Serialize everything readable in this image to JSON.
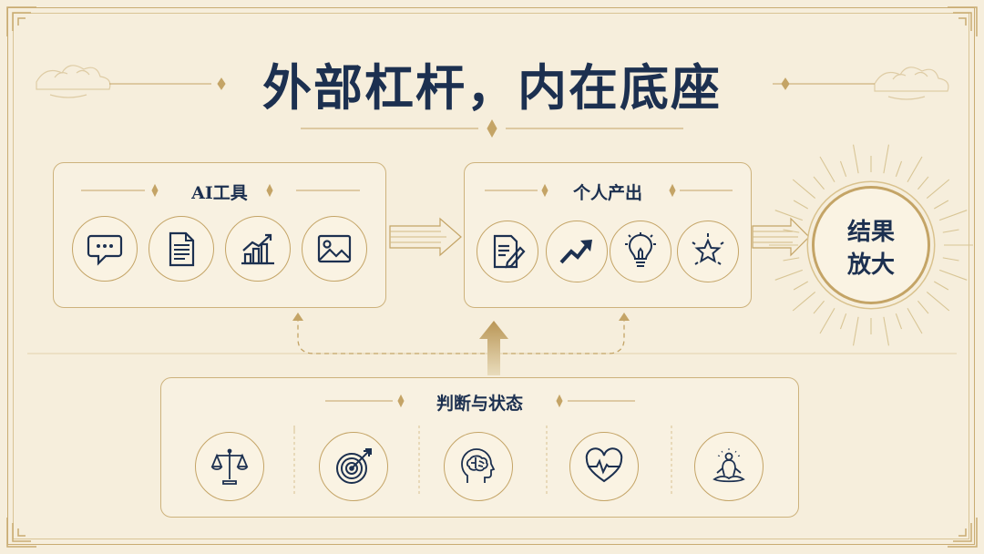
{
  "title": "外部杠杆，内在底座",
  "ai_tools": {
    "label": "AI工具",
    "icons": [
      "chat-bubble-icon",
      "document-icon",
      "bar-chart-growth-icon",
      "image-icon"
    ]
  },
  "personal_output": {
    "label": "个人产出",
    "icons": [
      "document-edit-icon",
      "trend-up-arrow-icon",
      "lightbulb-icon",
      "star-badge-icon"
    ]
  },
  "result": {
    "line1": "结果",
    "line2": "放大"
  },
  "judgment": {
    "label": "判断与状态",
    "icons": [
      "scales-icon",
      "target-icon",
      "brain-head-icon",
      "heart-pulse-icon",
      "meditation-icon"
    ]
  },
  "colors": {
    "background": "#f6eedc",
    "navy": "#1c3050",
    "gold": "#c4a466"
  }
}
